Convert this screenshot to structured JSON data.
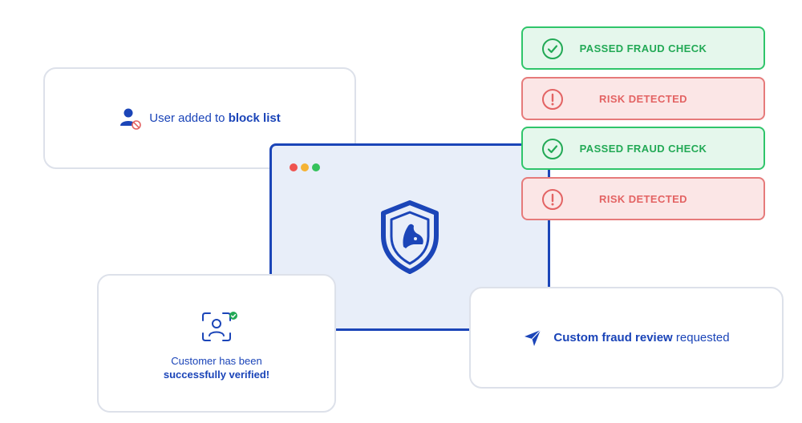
{
  "block_card": {
    "text_prefix": "User added to ",
    "text_bold": "block list"
  },
  "browser": {
    "dots": [
      "#ef5350",
      "#f5b335",
      "#35c25c"
    ]
  },
  "statuses": [
    {
      "label": "PASSED FRAUD CHECK",
      "kind": "pass"
    },
    {
      "label": "RISK DETECTED",
      "kind": "risk"
    },
    {
      "label": "PASSED FRAUD CHECK",
      "kind": "pass"
    },
    {
      "label": "RISK DETECTED",
      "kind": "risk"
    }
  ],
  "verify_card": {
    "line1": "Customer has been",
    "line2": "successfully verified!"
  },
  "review_card": {
    "text_bold": "Custom fraud review",
    "text_suffix": " requested"
  },
  "colors": {
    "brand_blue": "#1b45b8",
    "pass_green": "#22a955",
    "risk_red": "#e36363"
  },
  "icons": [
    "user-blocked-icon",
    "shield-icon",
    "check-circle-icon",
    "alert-circle-icon",
    "face-scan-icon",
    "send-icon"
  ]
}
